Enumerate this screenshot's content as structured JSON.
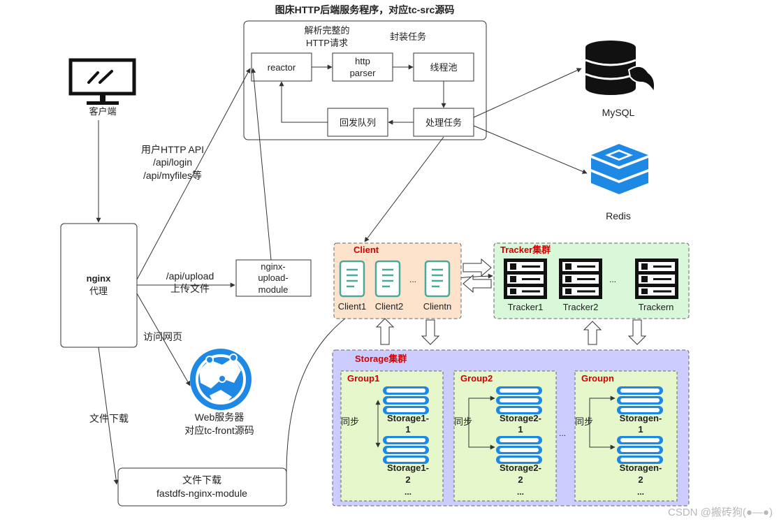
{
  "backend": {
    "title": "图床HTTP后端服务程序，对应tc-src源码",
    "parse_label_line1": "解析完整的",
    "parse_label_line2": "HTTP请求",
    "encapsulate_label": "封装任务",
    "reactor": "reactor",
    "http_parser_line1": "http",
    "http_parser_line2": "parser",
    "thread_pool": "线程池",
    "process_task": "处理任务",
    "reply_queue": "回发队列"
  },
  "client_terminal": {
    "label": "客户端"
  },
  "api_label": {
    "line1": "用户HTTP API",
    "line2": "/api/login",
    "line3": "/api/myfiles等"
  },
  "nginx": {
    "name": "nginx",
    "role": "代理"
  },
  "upload": {
    "label_line1": "/api/upload",
    "label_line2": "上传文件",
    "module_line1": "nginx-",
    "module_line2": "upload-",
    "module_line3": "module"
  },
  "visit_web": "访问网页",
  "web_server": {
    "line1": "Web服务器",
    "line2": "对应tc-front源码"
  },
  "download": {
    "edge_label": "文件下载",
    "box_line1": "文件下载",
    "box_line2": "fastdfs-nginx-module"
  },
  "mysql": {
    "label": "MySQL"
  },
  "redis": {
    "label": "Redis"
  },
  "client_cluster": {
    "title": "Client",
    "items": [
      "Client1",
      "Client2",
      "Clientn"
    ],
    "ellipsis": "..."
  },
  "tracker_cluster": {
    "title": "Tracker集群",
    "items": [
      "Tracker1",
      "Tracker2",
      "Trackern"
    ],
    "ellipsis": "..."
  },
  "storage_cluster": {
    "title": "Storage集群",
    "between_groups": "...",
    "groups": [
      {
        "name": "Group1",
        "sync": "同步",
        "s1a": "Storage1-",
        "s1b": "1",
        "s2a": "Storage1-",
        "s2b": "2",
        "more": "..."
      },
      {
        "name": "Group2",
        "sync": "同步",
        "s1a": "Storage2-",
        "s1b": "1",
        "s2a": "Storage2-",
        "s2b": "2",
        "more": "..."
      },
      {
        "name": "Groupn",
        "sync": "同步",
        "s1a": "Storagen-",
        "s1b": "1",
        "s2a": "Storagen-",
        "s2b": "2",
        "more": "..."
      }
    ]
  },
  "watermark": "CSDN @搬砖狗(●—●)",
  "colors": {
    "client_fill": "#fde3cc",
    "tracker_fill": "#d9f7d9",
    "storage_fill": "#ccccff",
    "group_fill": "#e6f7cc",
    "teal_server": "#4aa89c",
    "storage_blue": "#1e88e5",
    "redis_blue": "#1e88e5",
    "web_blue": "#1e88e5",
    "cluster_title": "#d40000"
  }
}
